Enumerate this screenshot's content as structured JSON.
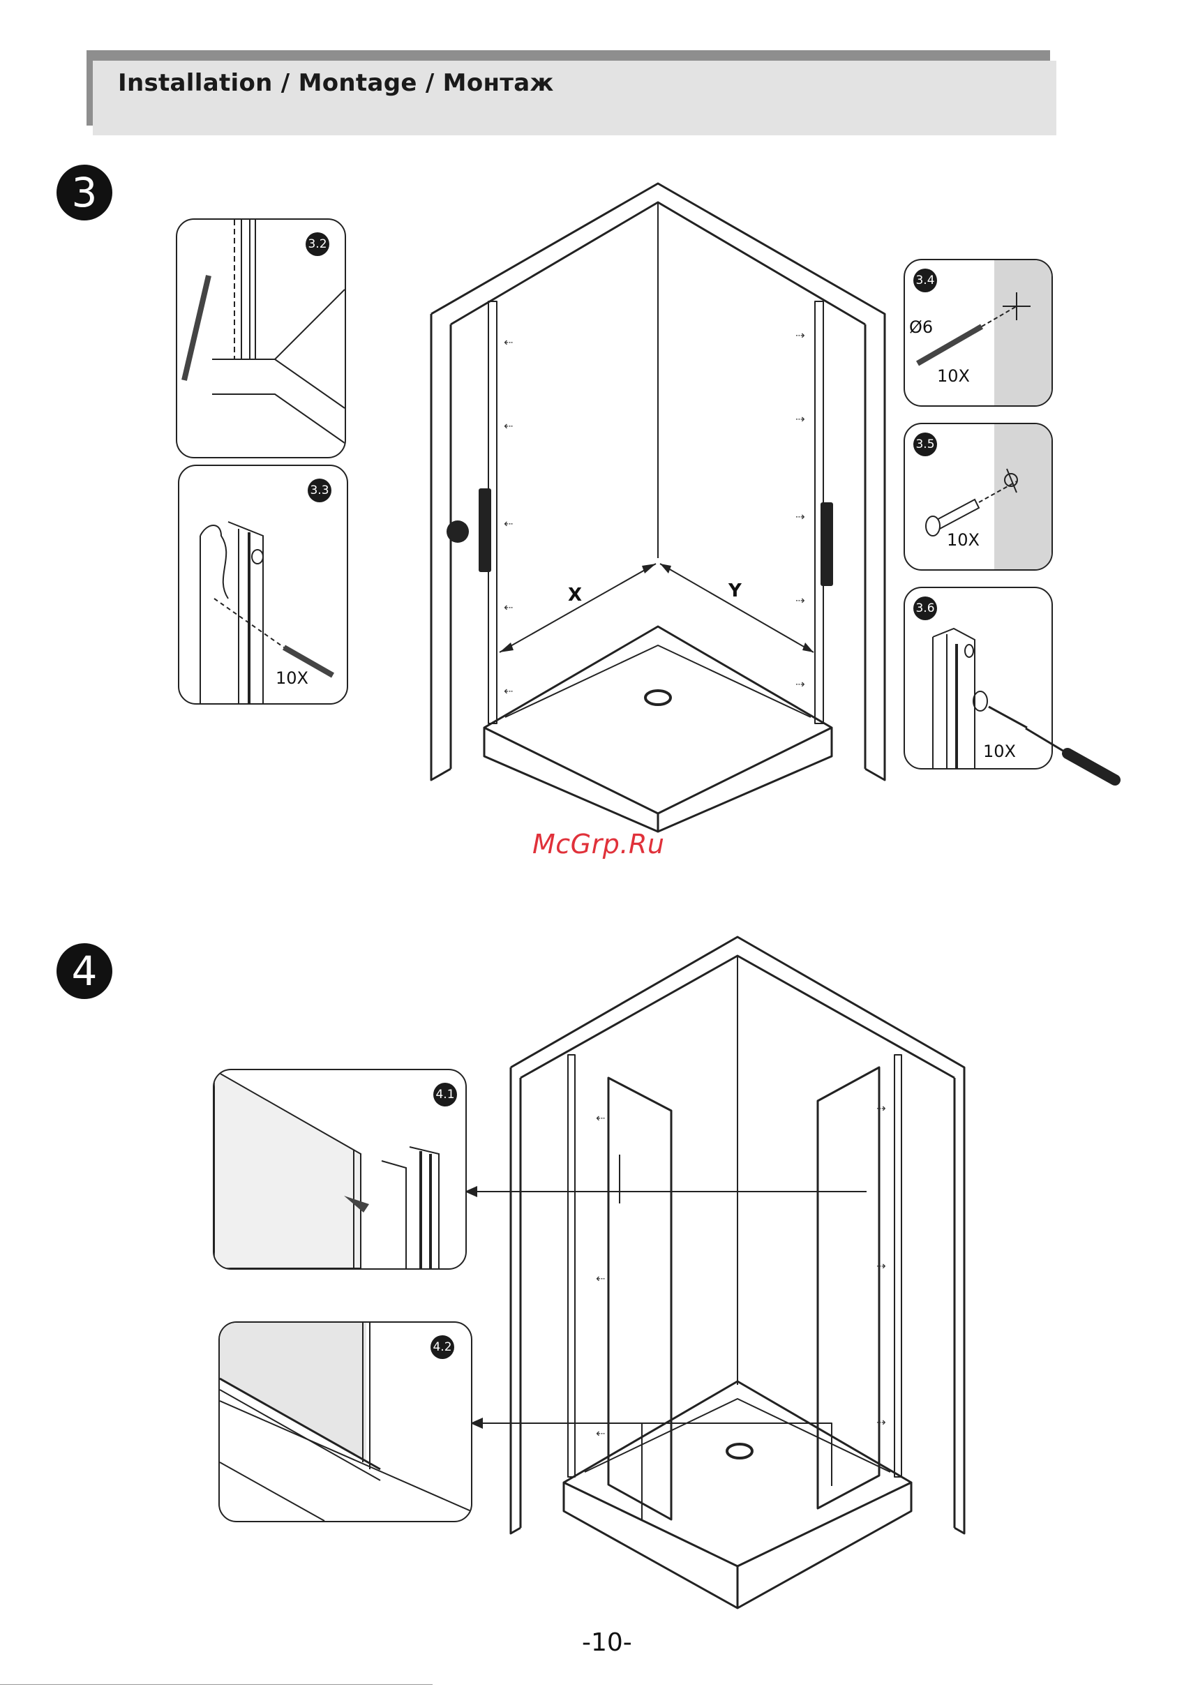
{
  "header": {
    "title": "Installation / Montage / Монтаж"
  },
  "steps": {
    "step3": "3",
    "step4": "4"
  },
  "insets": {
    "i32": {
      "label": "3.2"
    },
    "i33": {
      "label": "3.3",
      "count": "10X"
    },
    "i34": {
      "label": "3.4",
      "diameter": "Ø6",
      "count": "10X"
    },
    "i35": {
      "label": "3.5",
      "count": "10X"
    },
    "i36": {
      "label": "3.6",
      "count": "10X"
    },
    "i41": {
      "label": "4.1"
    },
    "i42": {
      "label": "4.2"
    }
  },
  "dimensions": {
    "x": "X",
    "y": "Y"
  },
  "watermark": "McGrp.Ru",
  "page_number": "-10-"
}
